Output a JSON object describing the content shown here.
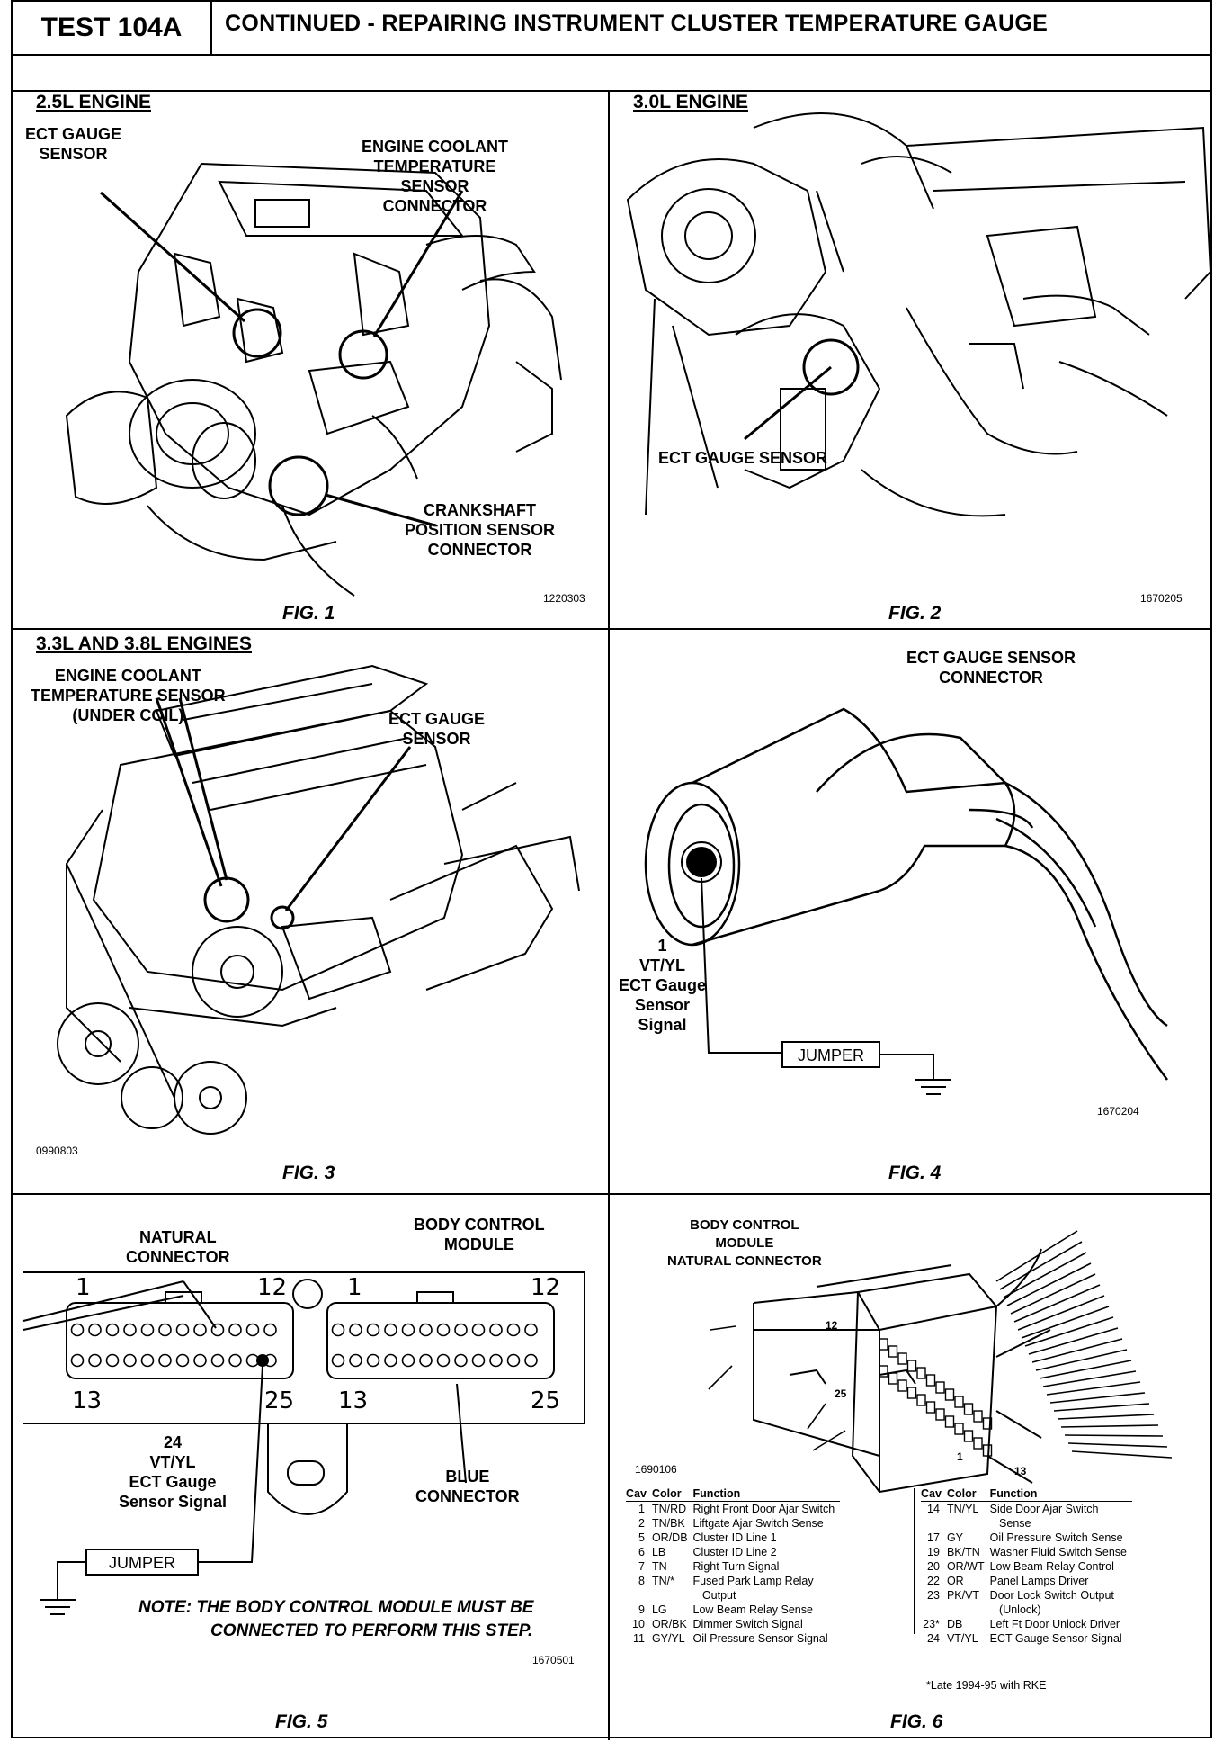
{
  "header": {
    "test_id": "TEST 104A",
    "title": "CONTINUED -  REPAIRING INSTRUMENT CLUSTER TEMPERATURE GAUGE"
  },
  "fig1": {
    "engine_title": "2.5L ENGINE",
    "label_ect_gauge_sensor": "ECT GAUGE\nSENSOR",
    "label_coolant_connector": "ENGINE COOLANT\nTEMPERATURE\nSENSOR\nCONNECTOR",
    "label_crankshaft": "CRANKSHAFT\nPOSITION SENSOR\nCONNECTOR",
    "code": "1220303",
    "caption": "FIG. 1"
  },
  "fig2": {
    "engine_title": "3.0L ENGINE",
    "label_ect_gauge_sensor": "ECT GAUGE SENSOR",
    "code": "1670205",
    "caption": "FIG. 2"
  },
  "fig3": {
    "engine_title": "3.3L AND 3.8L ENGINES",
    "label_coolant_sensor": "ENGINE COOLANT\nTEMPERATURE SENSOR\n(UNDER COIL)",
    "label_ect_gauge_sensor": "ECT GAUGE\nSENSOR",
    "code": "0990803",
    "caption": "FIG. 3"
  },
  "fig4": {
    "label_connector": "ECT GAUGE SENSOR\nCONNECTOR",
    "label_pin": "1\nVT/YL\nECT Gauge\nSensor\nSignal",
    "jumper": "JUMPER",
    "code": "1670204",
    "caption": "FIG. 4"
  },
  "fig5": {
    "label_natural": "NATURAL\nCONNECTOR",
    "label_bcm": "BODY CONTROL\nMODULE",
    "left_pins": [
      "1",
      "12",
      "13",
      "25"
    ],
    "right_pins": [
      "1",
      "12",
      "13",
      "25"
    ],
    "label_pin": "24\nVT/YL\nECT Gauge\nSensor Signal",
    "label_blue": "BLUE\nCONNECTOR",
    "jumper": "JUMPER",
    "note_line1": "NOTE:  THE BODY CONTROL MODULE MUST BE",
    "note_line2": "CONNECTED TO PERFORM THIS STEP.",
    "code": "1670501",
    "caption": "FIG. 5"
  },
  "fig6": {
    "label_connector": "BODY CONTROL\nMODULE\nNATURAL CONNECTOR",
    "pin_12": "12",
    "pin_25": "25",
    "pin_1": "1",
    "pin_13": "13",
    "code": "1690106",
    "columns": [
      "Cav",
      "Color",
      "Function"
    ],
    "rows_left": [
      {
        "cav": "1",
        "color": "TN/RD",
        "function": "Right Front Door Ajar Switch"
      },
      {
        "cav": "2",
        "color": "TN/BK",
        "function": "Liftgate Ajar Switch Sense"
      },
      {
        "cav": "5",
        "color": "OR/DB",
        "function": "Cluster ID Line 1"
      },
      {
        "cav": "6",
        "color": "LB",
        "function": "Cluster ID Line 2"
      },
      {
        "cav": "7",
        "color": "TN",
        "function": "Right Turn Signal"
      },
      {
        "cav": "8",
        "color": "TN/*",
        "function": "Fused Park Lamp Relay\n   Output"
      },
      {
        "cav": "9",
        "color": "LG",
        "function": "Low Beam Relay Sense"
      },
      {
        "cav": "10",
        "color": "OR/BK",
        "function": "Dimmer Switch Signal"
      },
      {
        "cav": "11",
        "color": "GY/YL",
        "function": "Oil Pressure Sensor Signal"
      }
    ],
    "rows_right": [
      {
        "cav": "14",
        "color": "TN/YL",
        "function": "Side Door Ajar Switch\n   Sense"
      },
      {
        "cav": "17",
        "color": "GY",
        "function": "Oil Pressure Switch Sense"
      },
      {
        "cav": "19",
        "color": "BK/TN",
        "function": "Washer Fluid Switch Sense"
      },
      {
        "cav": "20",
        "color": "OR/WT",
        "function": "Low Beam Relay Control"
      },
      {
        "cav": "22",
        "color": "OR",
        "function": "Panel Lamps Driver"
      },
      {
        "cav": "23",
        "color": "PK/VT",
        "function": "Door Lock Switch Output\n   (Unlock)"
      },
      {
        "cav": "23*",
        "color": "DB",
        "function": "Left Ft Door Unlock Driver"
      },
      {
        "cav": "24",
        "color": "VT/YL",
        "function": "ECT Gauge Sensor Signal"
      }
    ],
    "footnote": "*Late 1994-95 with RKE",
    "caption": "FIG. 6"
  }
}
